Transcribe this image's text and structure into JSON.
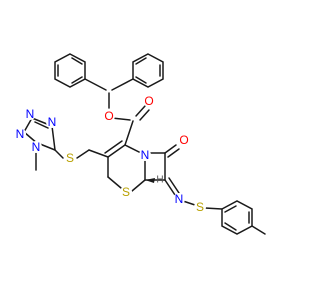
{
  "molecule": {
    "atom_labels": {
      "O_ester": "O",
      "O_carbonyl_ester": "O",
      "O_lactam": "O",
      "N_ring": "N",
      "N_imine": "N",
      "S_thioether_ring": "S",
      "S_linker": "S",
      "S_imine": "S",
      "N_tz1": "N",
      "N_tz2": "N",
      "N_tz3": "N",
      "N_tz4": "N",
      "H_stereo": "H"
    },
    "colors": {
      "bond": "#1a1a1a",
      "oxygen": "#ff0000",
      "nitrogen": "#0000ff",
      "sulfur": "#b8a000",
      "hydrogen": "#555555"
    }
  }
}
